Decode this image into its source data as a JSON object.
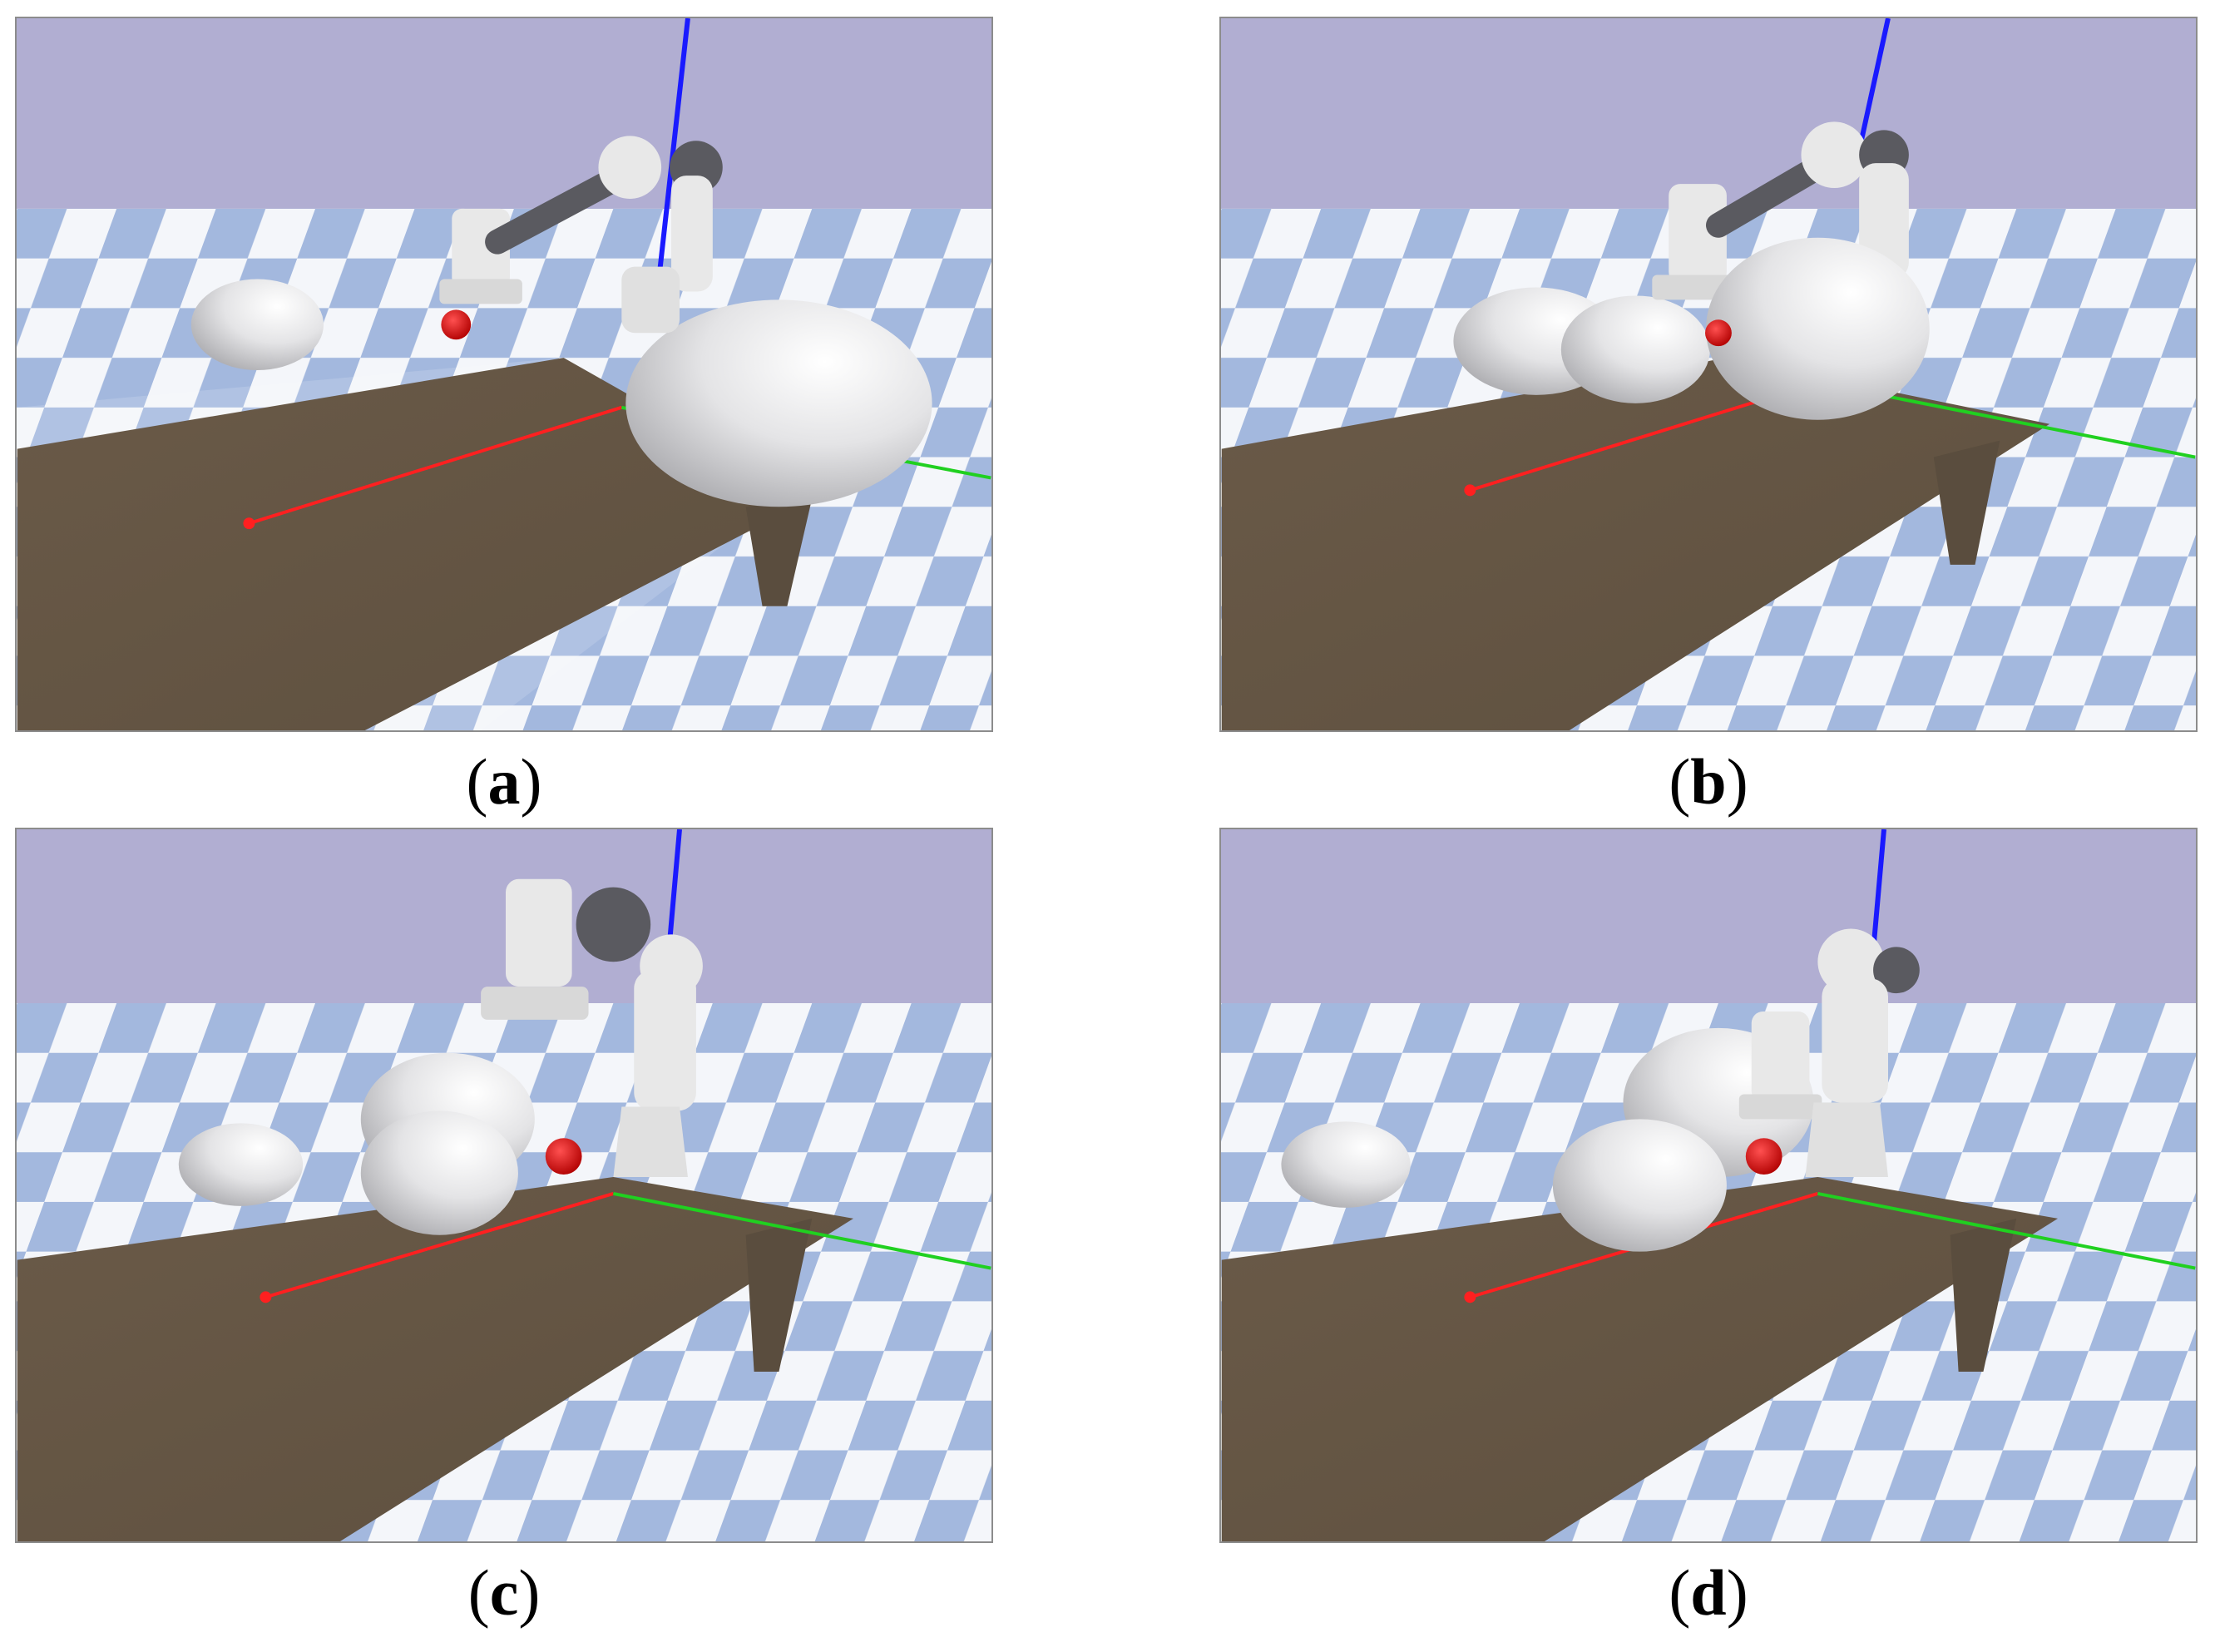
{
  "panels": [
    {
      "id": "a",
      "open": "(",
      "letter": "a",
      "close": ")"
    },
    {
      "id": "b",
      "open": "(",
      "letter": "b",
      "close": ")"
    },
    {
      "id": "c",
      "open": "(",
      "letter": "c",
      "close": ")"
    },
    {
      "id": "d",
      "open": "(",
      "letter": "d",
      "close": ")"
    }
  ],
  "colors": {
    "sky": "#b1aed2",
    "floor_light": "#f4f6fa",
    "floor_blue": "#a3b8de",
    "table": "#6e5e4c",
    "table_leg": "#5a4d3e",
    "axis_x": "#ff2020",
    "axis_y": "#20d020",
    "axis_z": "#1a1aff",
    "target": "#e01010",
    "robot": "#e8e8e8",
    "robot_dark": "#5a5a60"
  }
}
